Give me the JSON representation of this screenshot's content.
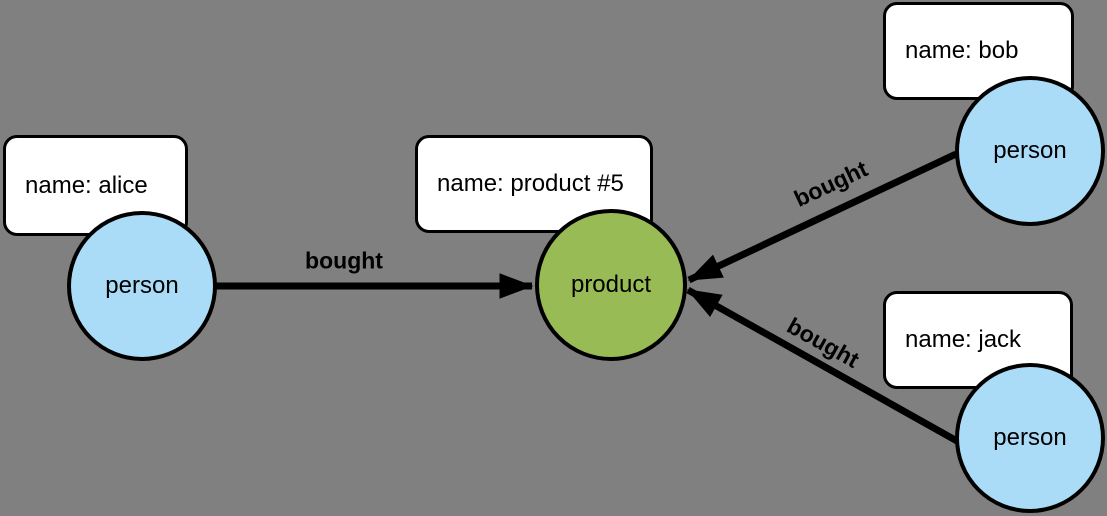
{
  "colors": {
    "background": "#808080",
    "person_fill": "#aadcf7",
    "product_fill": "#99bb55",
    "box_fill": "#ffffff",
    "stroke": "#000000",
    "text": "#000000"
  },
  "nodes": [
    {
      "id": "alice",
      "kind": "person",
      "label": "person",
      "property": "name: alice"
    },
    {
      "id": "product",
      "kind": "product",
      "label": "product",
      "property": "name: product #5"
    },
    {
      "id": "bob",
      "kind": "person",
      "label": "person",
      "property": "name: bob"
    },
    {
      "id": "jack",
      "kind": "person",
      "label": "person",
      "property": "name: jack"
    }
  ],
  "edges": [
    {
      "from": "alice",
      "to": "product",
      "label": "bought"
    },
    {
      "from": "bob",
      "to": "product",
      "label": "bought"
    },
    {
      "from": "jack",
      "to": "product",
      "label": "bought"
    }
  ]
}
